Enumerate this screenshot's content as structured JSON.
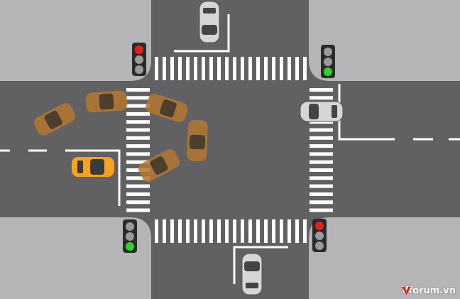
{
  "scene": "intersection",
  "colors": {
    "sidewalk": "#b5b5b7",
    "road": "#616163",
    "marking": "#ffffff",
    "turning_car": "#f6a21e",
    "turning_car_ghost": "#b5772f",
    "other_car": "#d6d6d8",
    "light_red": "#e2231a",
    "light_green": "#2fd12f",
    "light_off": "#9a9a9a",
    "signal_housing": "#2b2b2b"
  },
  "traffic_lights": [
    {
      "name": "top-left",
      "active": "red"
    },
    {
      "name": "top-right",
      "active": "green"
    },
    {
      "name": "bottom-left",
      "active": "green"
    },
    {
      "name": "bottom-right",
      "active": "red"
    }
  ],
  "cars": [
    {
      "name": "north-car",
      "kind": "white"
    },
    {
      "name": "east-car",
      "kind": "white"
    },
    {
      "name": "south-car",
      "kind": "white"
    },
    {
      "name": "turning-car",
      "kind": "orange"
    }
  ],
  "watermark": {
    "text": "Vforum.vn",
    "icon": "v-logo-icon"
  }
}
